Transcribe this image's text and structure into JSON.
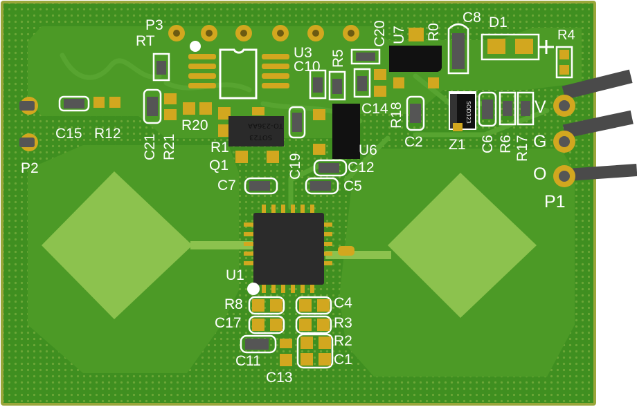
{
  "board": {
    "colors": {
      "background": "#ffffff",
      "board_edge": "#9aa63a",
      "soldermask": "#3f8f20",
      "copper_pour": "#5aa830",
      "antenna_pad": "#8cc24e",
      "pad_gold": "#d2a71f",
      "silkscreen": "#ffffff",
      "chip_body": "#1c1c1c"
    }
  },
  "silkscreen": {
    "P3": "P3",
    "RT": "RT",
    "U3": "U3",
    "C10": "C10",
    "R5": "R5",
    "C20": "C20",
    "U7": "U7",
    "R0": "R0",
    "C8": "C8",
    "D1": "D1",
    "R4": "R4",
    "C15": "C15",
    "R12": "R12",
    "P2": "P2",
    "C21": "C21",
    "R21": "R21",
    "R20": "R20",
    "R1": "R1",
    "Q1": "Q1",
    "C19": "C19",
    "C14": "C14",
    "R18": "R18",
    "C2": "C2",
    "Z1": "Z1",
    "C6": "C6",
    "R6": "R6",
    "R17": "R17",
    "V": "V",
    "G": "G",
    "O": "O",
    "P1": "P1",
    "U6": "U6",
    "C12": "C12",
    "C5": "C5",
    "C7": "C7",
    "U1": "U1",
    "R8": "R8",
    "C17": "C17",
    "C11": "C11",
    "C13": "C13",
    "C4": "C4",
    "R3": "R3",
    "R2": "R2",
    "C1": "C1"
  },
  "chip_markings": {
    "sot23_top": "TO-236AA",
    "sot23_bottom": "SOT23",
    "diode": "SOD323"
  }
}
